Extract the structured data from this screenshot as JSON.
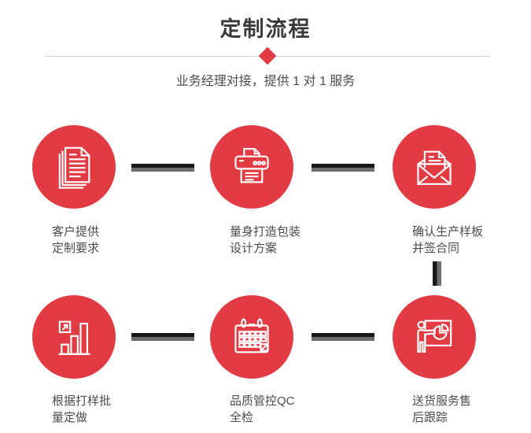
{
  "header": {
    "title": "定制流程",
    "subtitle": "业务经理对接，提供 1 对 1 服务"
  },
  "colors": {
    "accent_red": "#e23b43",
    "title_text": "#3a3a3a",
    "body_text": "#4c4c4c",
    "connector_dark": "#191919",
    "connector_gray": "#6d6d6d",
    "divider_line": "#cfcfcf",
    "icon_stroke": "#ffffff"
  },
  "steps": [
    {
      "icon": "documents-icon",
      "label_lines": [
        "客户提供",
        "定制要求"
      ]
    },
    {
      "icon": "printer-icon",
      "label_lines": [
        "量身打造包装",
        "设计方案"
      ]
    },
    {
      "icon": "envelope-letter-icon",
      "label_lines": [
        "确认生产样板",
        "并签合同"
      ]
    },
    {
      "icon": "bar-chart-icon",
      "label_lines": [
        "根据打样批",
        "量定做"
      ]
    },
    {
      "icon": "calendar-icon",
      "label_lines": [
        "品质管控QC",
        "全检"
      ]
    },
    {
      "icon": "presentation-icon",
      "label_lines": [
        "送货服务售",
        "后跟踪"
      ]
    }
  ]
}
